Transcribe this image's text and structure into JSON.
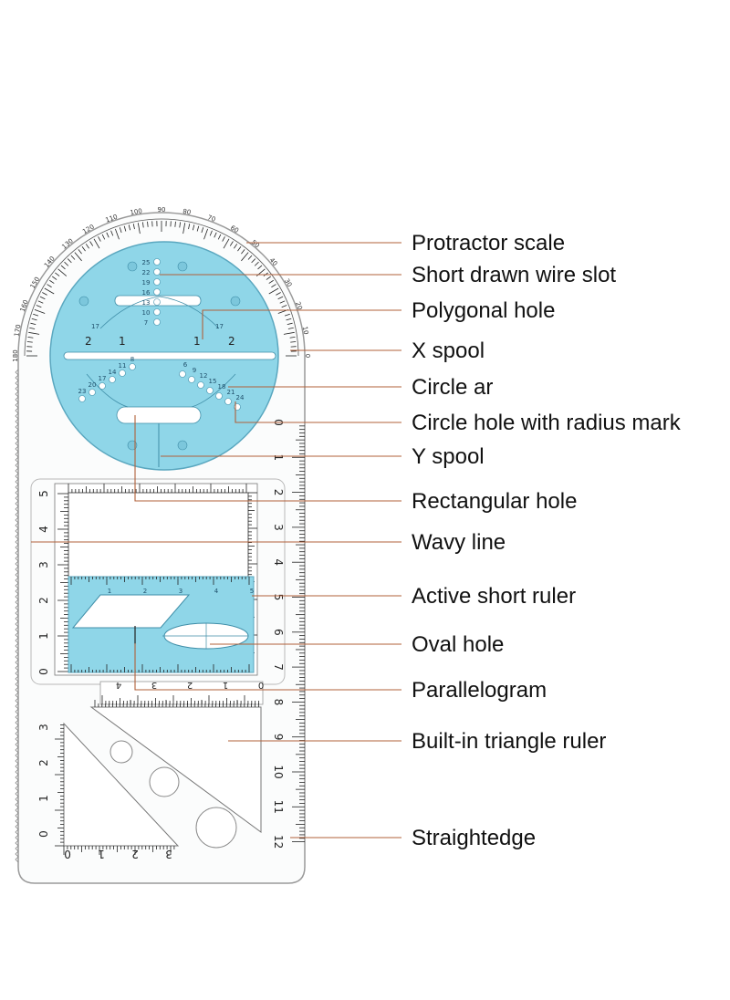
{
  "callouts": [
    {
      "label": "Protractor scale"
    },
    {
      "label": "Short drawn wire slot"
    },
    {
      "label": "Polygonal hole"
    },
    {
      "label": "X spool"
    },
    {
      "label": "Circle ar"
    },
    {
      "label": "Circle hole with radius mark"
    },
    {
      "label": "Y spool"
    },
    {
      "label": "Rectangular hole"
    },
    {
      "label": "Wavy line"
    },
    {
      "label": "Active short ruler"
    },
    {
      "label": "Oval hole"
    },
    {
      "label": "Parallelogram"
    },
    {
      "label": "Built-in triangle ruler"
    },
    {
      "label": "Straightedge"
    }
  ],
  "ruler": {
    "right_scale": [
      "0",
      "1",
      "2",
      "3",
      "4",
      "5",
      "6",
      "7",
      "8",
      "9",
      "10",
      "11",
      "12"
    ],
    "left_scale": [
      "0",
      "1",
      "2",
      "3",
      "4",
      "5"
    ],
    "protractor_scale": [
      "0",
      "10",
      "20",
      "30",
      "40",
      "50",
      "60",
      "70",
      "80",
      "90",
      "100",
      "110",
      "120",
      "130",
      "140",
      "150",
      "160",
      "170",
      "180"
    ],
    "short_ruler_top": [
      "1",
      "2",
      "3",
      "4",
      "5"
    ],
    "short_ruler_bottom": [
      "4",
      "3",
      "2",
      "1",
      "0"
    ],
    "triangle_left": [
      "0",
      "1",
      "2",
      "3"
    ],
    "triangle_bottom": [
      "0",
      "1",
      "2",
      "3"
    ],
    "x_spool_labels": [
      "2",
      "1",
      "1",
      "2"
    ],
    "circle_left_nums": [
      "23",
      "20",
      "17",
      "14",
      "11",
      "8"
    ],
    "circle_right_nums": [
      "6",
      "9",
      "12",
      "15",
      "18",
      "21",
      "24"
    ],
    "vertical_nums": [
      "25",
      "22",
      "19",
      "16",
      "13",
      "10",
      "7"
    ],
    "side_marks": [
      "17",
      "17"
    ]
  },
  "colors": {
    "accent_blue": "#8fd6e8",
    "leader": "#b0603a",
    "body_outline": "#9a9a9a"
  }
}
